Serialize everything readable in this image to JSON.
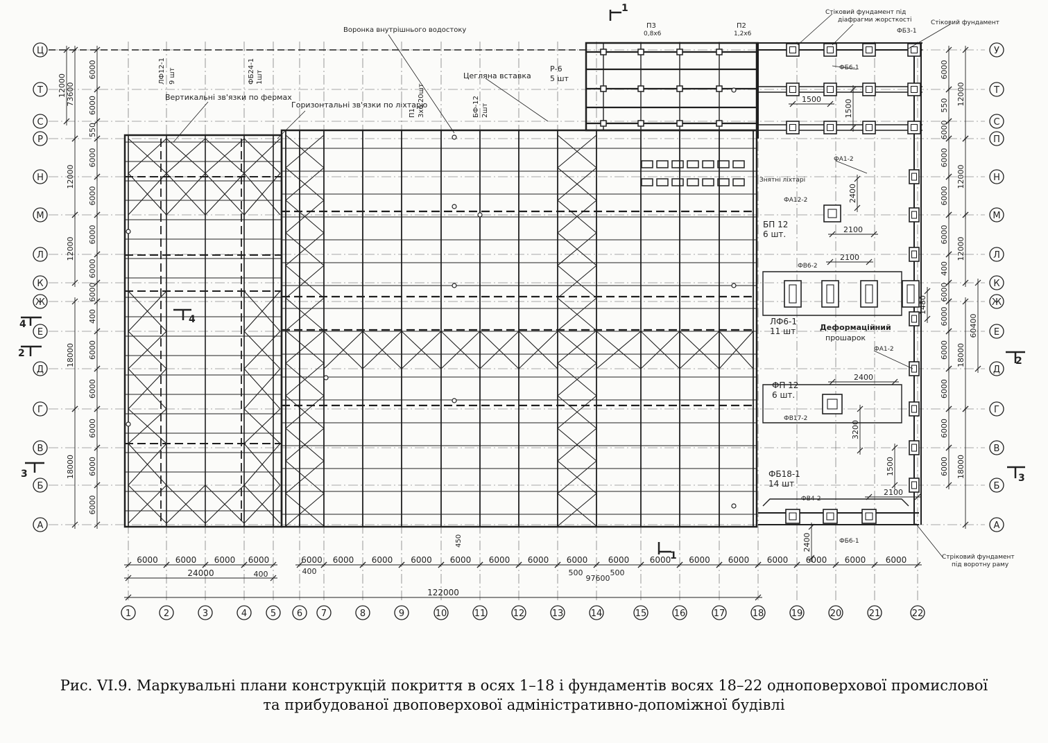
{
  "axes": {
    "columns": [
      "1",
      "2",
      "3",
      "4",
      "5",
      "6",
      "7",
      "8",
      "9",
      "10",
      "11",
      "12",
      "13",
      "14",
      "15",
      "16",
      "17",
      "18",
      "19",
      "20",
      "21",
      "22"
    ],
    "rows_left": [
      "Ц",
      "Т",
      "С",
      "Р",
      "Н",
      "М",
      "Л",
      "К",
      "Ж",
      "Е",
      "Д",
      "Г",
      "В",
      "Б",
      "А"
    ],
    "rows_right": [
      "У",
      "Т",
      "С",
      "П",
      "Н",
      "М",
      "Л",
      "К",
      "Ж",
      "Е",
      "Д",
      "Г",
      "В",
      "Б",
      "А"
    ]
  },
  "dimensions": {
    "bottom_spans": [
      "6000",
      "6000",
      "6000",
      "6000",
      "6000",
      "6000",
      "6000",
      "6000",
      "6000",
      "6000",
      "6000",
      "6000",
      "6000",
      "6000",
      "6000",
      "6000",
      "6000",
      "6000",
      "6000",
      "6000"
    ],
    "bottom_extra": [
      "24000",
      "400",
      "400",
      "500",
      "500",
      "97600",
      "122000",
      "450"
    ],
    "left_outer": [
      "73600",
      "12000",
      "12000",
      "12000",
      "18000",
      "18000"
    ],
    "left_inner": [
      "6000",
      "6000",
      "550",
      "6000",
      "6000",
      "6000",
      "6000",
      "6000",
      "400",
      "6000",
      "6000",
      "6000",
      "6000",
      "6000",
      "6000"
    ],
    "right_inner": [
      "6000",
      "550",
      "6000",
      "6000",
      "6000",
      "6000",
      "400",
      "6000",
      "6000",
      "6000",
      "6000",
      "6000",
      "6000"
    ],
    "right_outer": [
      "12000",
      "12000",
      "12000",
      "18000",
      "18000",
      "60400"
    ],
    "foundation": [
      "1500",
      "1500",
      "2400",
      "2100",
      "2100",
      "1480",
      "2400",
      "3200",
      "1500",
      "2100",
      "2400"
    ]
  },
  "labels": {
    "funnel": "Воронка внутрішнього водостоку",
    "brick_insert": "Цегляна вставка",
    "vertical_ties": "Вертикальні зв'язки по фермах",
    "horizontal_ties": "Горизонтальні зв'язки по ліхтарю",
    "removable_lanterns": "Знятні ліхтарі",
    "deform_layer": "Деформаційний прошарок",
    "wall_foundation_1": "Стіковий фундамент під діафрагми жорсткості",
    "wall_foundation_2": "Стіковий фундамент",
    "wall_foundation_gate": "Стріковий фундамент під воротну раму",
    "lf12": "ЛФ12-1",
    "lf12_qty": "9 шт",
    "fb24": "ФБ24-1",
    "fb24_qty": "1шт",
    "p1": "П1",
    "p1_qty": "3х6 20шт",
    "bf12": "БФ-12",
    "bf12_qty": "2шт",
    "r6": "Р-6",
    "r6_qty": "5 шт",
    "p3": "П3",
    "p3_size": "0,8х6",
    "p2": "П2",
    "p2_size": "1,2х6",
    "fb3": "ФБ3-1",
    "fb6_1": "ФБ6-1",
    "fa1_2": "ФА1-2",
    "fa12_2": "ФА12-2",
    "bp12": "БП 12",
    "bp12_qty": "6 шт.",
    "fv6_2": "ФВ6-2",
    "lf6": "ЛФ6-1",
    "lf6_qty": "11 шт",
    "fa1_2b": "ФА1-2",
    "fp12": "ФП 12",
    "fp12_qty": "6 шт.",
    "fv17": "ФВ17-2",
    "fb18": "ФБ18-1",
    "fb18_qty": "14 шт",
    "fv4": "ФВ4-2",
    "fb6_1b": "ФБ6-1",
    "sec1": "1",
    "sec2": "2",
    "sec3": "3",
    "sec4": "4"
  },
  "caption": {
    "line1": "Рис. VI.9. Маркувальні плани конструкцій покриття в осях 1–18 і фундаментів восях 18–22 одноповерхової промислової",
    "line2": "та прибудованої двоповерхової адміністративно-допоміжної будівлі"
  }
}
